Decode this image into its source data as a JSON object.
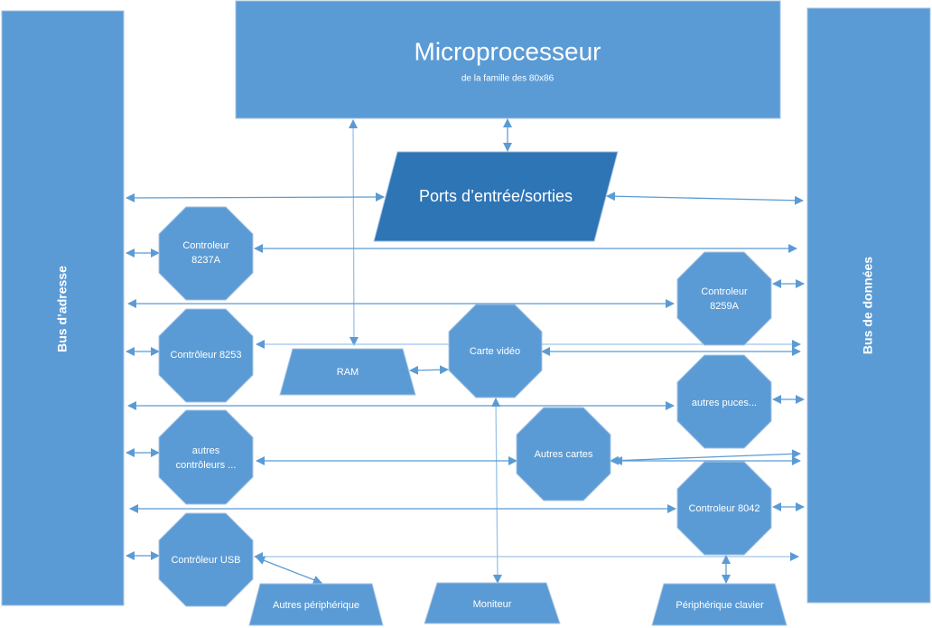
{
  "diagram": {
    "microprocessor": {
      "title": "Microprocesseur",
      "subtitle": "de la famille des 80x86"
    },
    "io_ports": "Ports d’entrée/sorties",
    "address_bus": "Bus d’adresse",
    "data_bus": "Bus de données",
    "components": {
      "ctrl_8237a": [
        "Controleur",
        "8237A"
      ],
      "ctrl_8253": "Contrôleur 8253",
      "other_controllers": [
        "autres",
        "contrôleurs ..."
      ],
      "ctrl_usb": "Contrôleur USB",
      "ram": "RAM",
      "video_card": "Carte vidéo",
      "other_cards": "Autres cartes",
      "ctrl_8259a": [
        "Controleur",
        "8259A"
      ],
      "other_chips": "autres puces...",
      "ctrl_8042": "Controleur 8042",
      "other_peripheral": "Autres périphérique",
      "monitor": "Moniteur",
      "keyboard_peripheral": "Périphérique clavier"
    },
    "colors": {
      "shape": "#5b9bd5",
      "io_ports": "#2e75b6",
      "connector": "#5b9bd5",
      "text": "#ffffff"
    }
  }
}
